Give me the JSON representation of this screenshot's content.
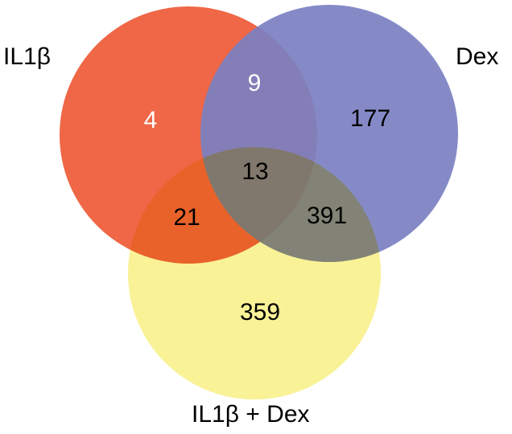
{
  "sets": [
    {
      "id": "il1b",
      "label": "IL1β",
      "color": "#ee5a36",
      "opacity": 0.92
    },
    {
      "id": "dex",
      "label": "Dex",
      "color": "#7b80c2",
      "opacity": 0.92
    },
    {
      "id": "combo",
      "label": "IL1β + Dex",
      "color": "#f7ee7a",
      "opacity": 0.78
    }
  ],
  "regions": {
    "il1b_only": "4",
    "il1b_dex": "9",
    "dex_only": "177",
    "all_three": "13",
    "il1b_combo": "21",
    "dex_combo": "391",
    "combo_only": "359"
  },
  "colors": {
    "light_text": "#ffffff",
    "dark_text": "#000000"
  }
}
